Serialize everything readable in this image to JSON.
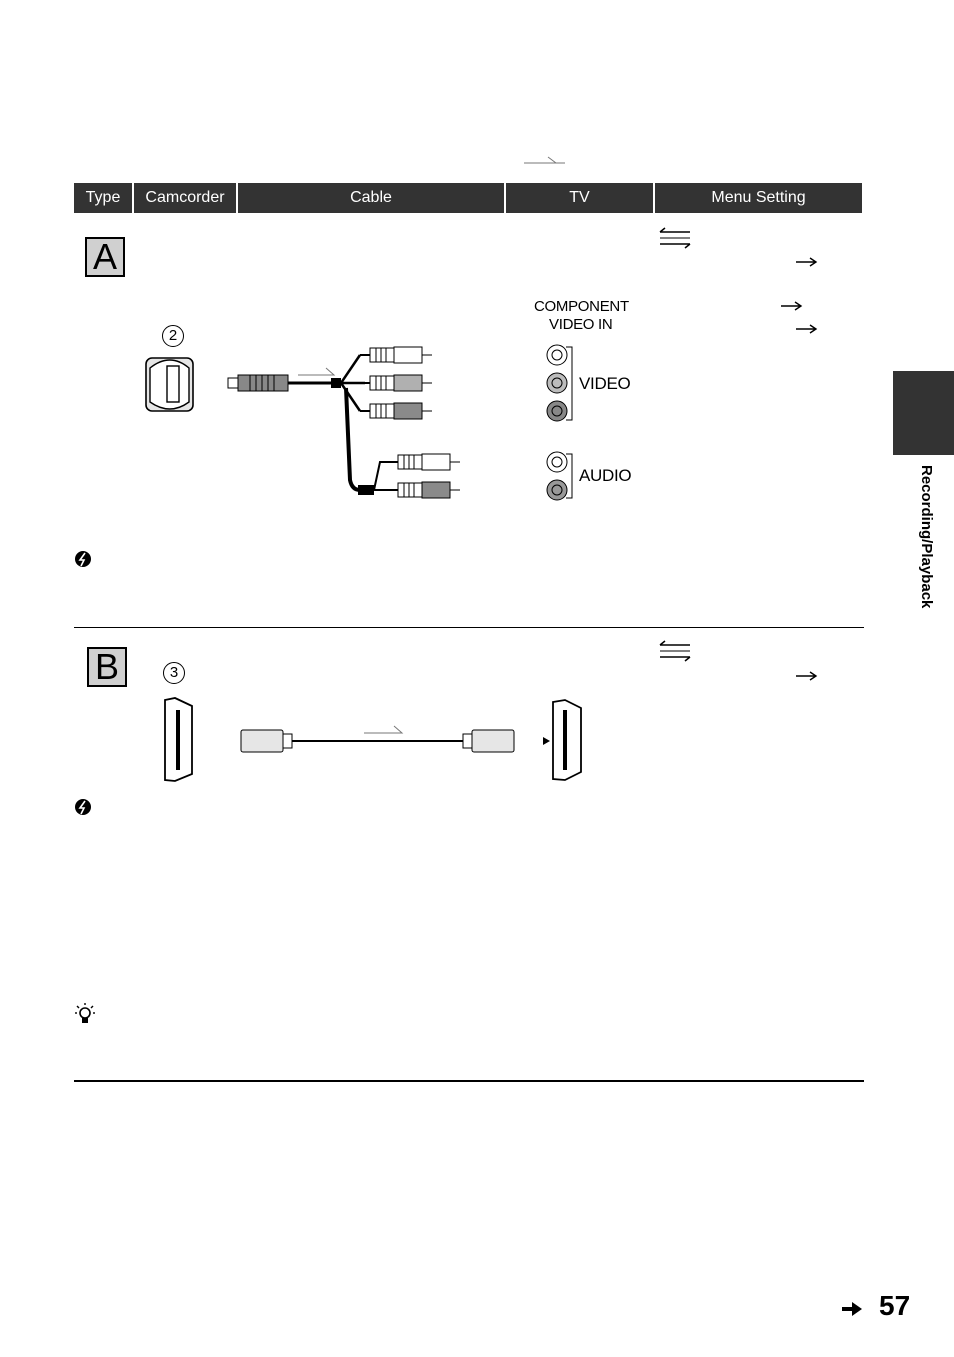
{
  "table": {
    "headers": [
      "Type",
      "Camcorder",
      "Cable",
      "TV",
      "Menu Setting"
    ]
  },
  "section_a": {
    "letter": "A",
    "camcorder_jack_number": "2",
    "tv_label_component": "COMPONENT",
    "tv_label_video_in": "VIDEO IN",
    "tv_label_video": "VIDEO",
    "tv_label_audio": "AUDIO"
  },
  "section_b": {
    "letter": "B",
    "camcorder_jack_number": "3"
  },
  "side": {
    "section_label": "Recording/Playback"
  },
  "footer": {
    "page_number": "57"
  }
}
